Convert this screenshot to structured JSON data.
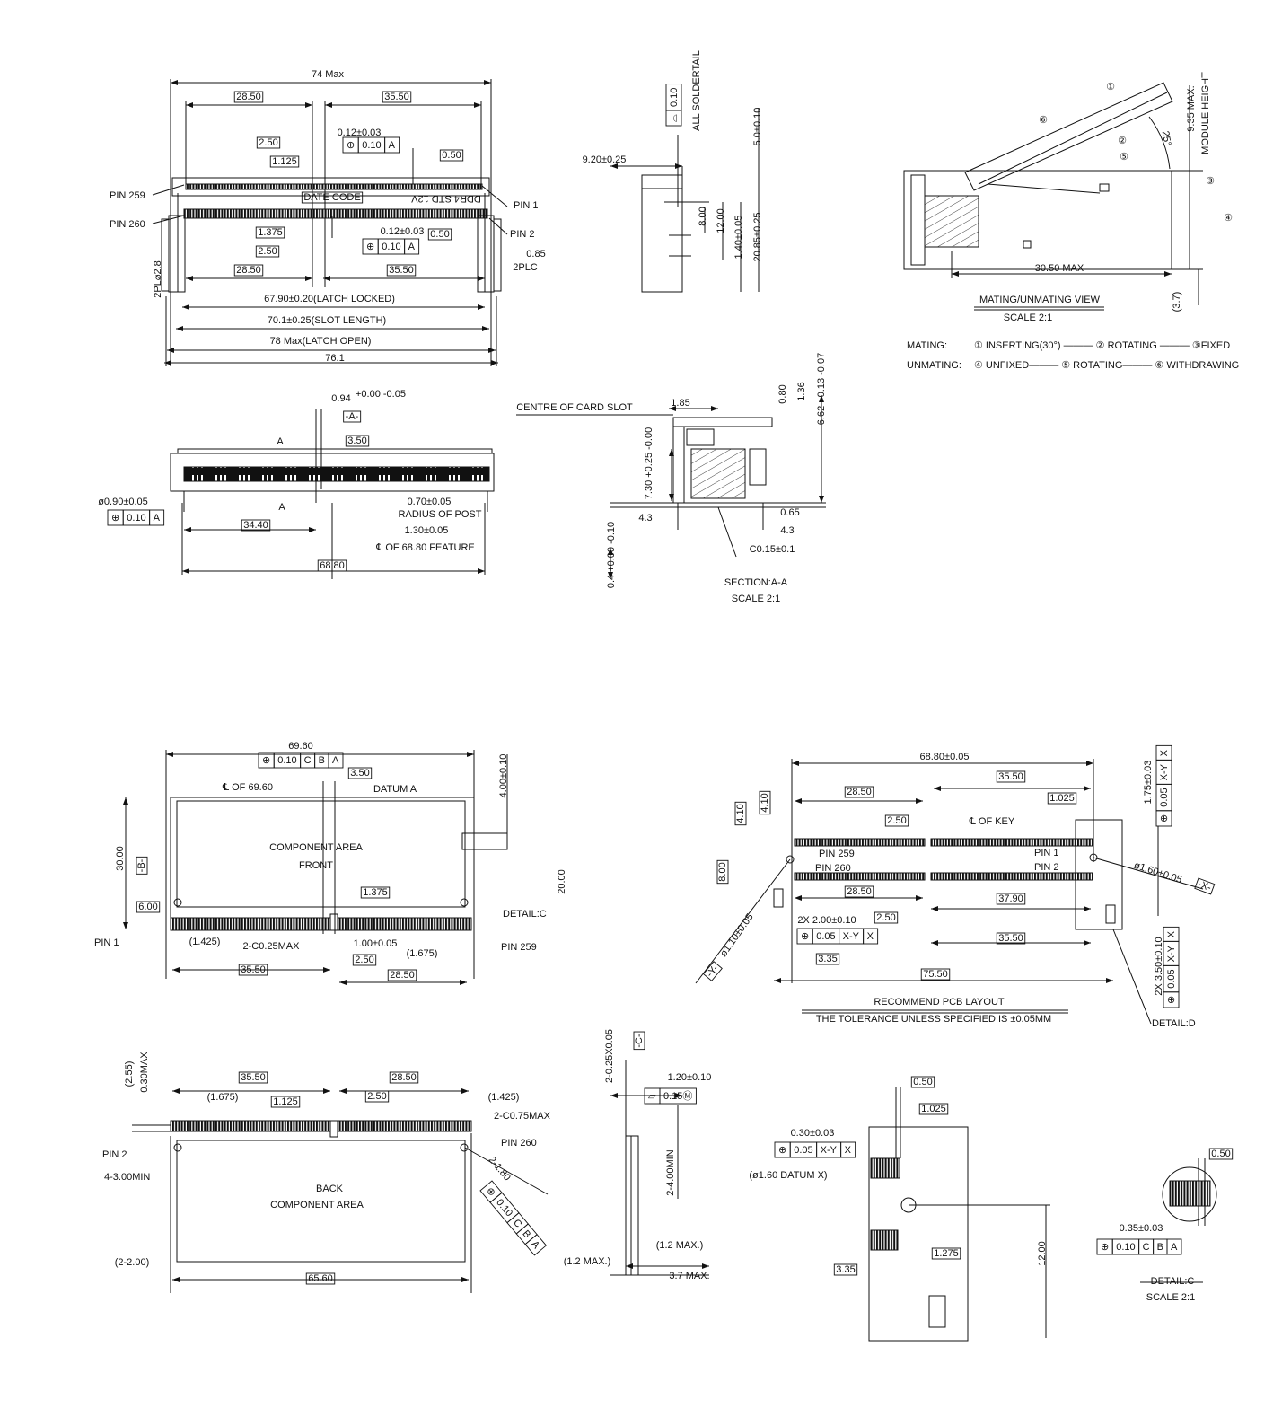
{
  "colors": {
    "ink": "#111111",
    "paper": "#ffffff"
  },
  "top_view": {
    "overall": "74 Max",
    "left_pitch": "28.50",
    "right_pitch": "35.50",
    "key_width_tol": "0.12±0.03",
    "key_offset": "2.50",
    "key_offset2": "1.125",
    "edge_gap": "0.50",
    "pin259": "PIN 259",
    "pin1": "PIN 1",
    "date_code": "DATE CODE",
    "marking": "DDR4 STD 12V",
    "pin260": "PIN 260",
    "pin2": "PIN 2",
    "key_offset3": "1.375",
    "key_width_tol2": "0.12±0.03",
    "edge_gap2": "0.50",
    "key_offset4": "2.50",
    "latch_gap": "0.85",
    "latch_gap_qty": "2PLC",
    "left_pitch2": "28.50",
    "right_pitch2": "35.50",
    "post_dia": "2PL⌀2.8",
    "latch_locked": "67.90±0.20(LATCH LOCKED)",
    "slot_length": "70.1±0.25(SLOT LENGTH)",
    "latch_open": "78 Max(LATCH OPEN)",
    "total": "76.1",
    "fcf1": [
      "⊕",
      "0.10",
      "A"
    ],
    "fcf2": [
      "⊕",
      "0.10",
      "A"
    ]
  },
  "side_view": {
    "profile_fcf": [
      "⌓",
      "0.10"
    ],
    "solder_note": "ALL SOLDERTAIL",
    "height": "5.0±0.10",
    "offset": "9.20±0.25",
    "d1": "8.00",
    "d2": "12.00",
    "d3": "1.40±0.05",
    "d4": "20.85±0.25"
  },
  "mating_view": {
    "module_height": "9.35 MAX.",
    "module_height_label": "MODULE HEIGHT",
    "angle": "25°",
    "step1": "①",
    "step2": "②",
    "step3": "③",
    "step4": "④",
    "step5": "⑤",
    "step6": "⑥",
    "width": "30.50 MAX",
    "title": "MATING/UNMATING VIEW",
    "scale": "SCALE 2:1",
    "ref": "(3.7)",
    "mating_label": "MATING:",
    "mating_steps": "① INSERTING(30°) ——— ② ROTATING ——— ③FIXED",
    "unmating_label": "UNMATING:",
    "unmating_steps": "④ UNFIXED——— ⑤ ROTATING——— ⑥ WITHDRAWING"
  },
  "front_view": {
    "slot_width": "0.94",
    "slot_width_tol": "+0.00 -0.05",
    "datum_a": "-A-",
    "section_a_top": "A",
    "key_dist": "3.50",
    "section_a_bottom": "A",
    "post_hole": "ø0.90±0.05",
    "fcf": [
      "⊕",
      "0.10",
      "A"
    ],
    "post_radius": "0.70±0.05",
    "post_radius_label": "RADIUS OF POST",
    "post_offset": "34.40",
    "post_width": "1.30±0.05",
    "centerline": "℄ OF 68.80 FEATURE",
    "feature": "68.80"
  },
  "section_view": {
    "centre": "CENTRE OF CARD SLOT",
    "d185": "1.85",
    "d080": "0.80",
    "d136": "1.36",
    "d662": "6.62 +0.13 -0.07",
    "d730": "7.30 +0.25 -0.00",
    "d43a": "4.3",
    "d065": "0.65",
    "d43b": "4.3",
    "chamfer": "C0.15±0.1",
    "d04": "0.4 +0.00 -0.10",
    "title": "SECTION:A-A",
    "scale": "SCALE 2:1"
  },
  "module_front": {
    "width": "69.60",
    "fcf": [
      "⊕",
      "0.10",
      "C",
      "B",
      "A"
    ],
    "key": "3.50",
    "centerline": "℄ OF 69.60",
    "datum": "DATUM A",
    "notch": "4.00±0.10",
    "height": "30.00",
    "datum_b": "-B-",
    "area1": "COMPONENT AREA",
    "area2": "FRONT",
    "d20": "20.00",
    "d6": "6.00",
    "d1375": "1.375",
    "detail": "DETAIL:C",
    "pin1": "PIN 1",
    "d1425": "(1.425)",
    "chamfer": "2-C0.25MAX",
    "d100": "1.00±0.05",
    "d1675": "(1.675)",
    "pin259": "PIN 259",
    "d250": "2.50",
    "d3550": "35.50",
    "d2850": "28.50"
  },
  "pcb_layout": {
    "overall": "68.80±0.05",
    "d3550": "35.50",
    "d2850": "28.50",
    "d1025": "1.025",
    "d410a": "4.10",
    "d410b": "4.10",
    "d250": "2.50",
    "key": "℄ OF KEY",
    "pin259": "PIN 259",
    "pin260": "PIN 260",
    "pin1": "PIN 1",
    "pin2": "PIN 2",
    "hole_x": "ø1.60±0.05",
    "datum_x": "-X-",
    "d800": "8.00",
    "d2850b": "28.50",
    "d3790": "37.90",
    "hole_y": "ø1.10±0.05",
    "holes": "2X 2.00±0.10",
    "d250b": "2.50",
    "fcf": [
      "⊕",
      "0.05",
      "X-Y",
      "X"
    ],
    "d3550b": "35.50",
    "d335": "3.35",
    "datum_y": "-Y-",
    "d7550": "75.50",
    "title": "RECOMMEND PCB LAYOUT",
    "note": "THE TOLERANCE UNLESS SPECIFIED IS ±0.05MM",
    "d175": "1.75±0.03",
    "fcf2": [
      "⊕",
      "0.05",
      "X-Y",
      "X"
    ],
    "d350": "2X 3.50±0.10",
    "fcf3": [
      "⊕",
      "0.05",
      "X-Y",
      "X"
    ],
    "detail": "DETAIL:D"
  },
  "module_back": {
    "d255": "(2.55)",
    "d030": "0.30MAX",
    "d3550": "35.50",
    "d2850": "28.50",
    "d1675": "(1.675)",
    "d1125": "1.125",
    "d250": "2.50",
    "d1425": "(1.425)",
    "chamfer": "2-C0.75MAX",
    "pin2": "PIN 2",
    "pin260": "PIN 260",
    "d300": "4-3.00MIN",
    "area1": "BACK",
    "area2": "COMPONENT AREA",
    "holes": "2-1.80",
    "fcf": [
      "⊕",
      "0.10",
      "C",
      "B",
      "A"
    ],
    "d200": "(2-2.00)",
    "d6560": "65.60"
  },
  "edge_view": {
    "chamfer": "2-0.25X0.05",
    "datum_c": "-C-",
    "thick": "1.20±0.10",
    "flat_fcf": [
      "⏥",
      "0.15Ⓜ"
    ],
    "d400": "2-4.00MIN",
    "d12a": "(1.2 MAX.)",
    "d12b": "(1.2 MAX.)",
    "d37": "3.7 MAX."
  },
  "detail_d": {
    "d050": "0.50",
    "d1025": "1.025",
    "d030": "0.30±0.03",
    "fcf": [
      "⊕",
      "0.05",
      "X-Y",
      "X"
    ],
    "datum": "(ø1.60 DATUM X)",
    "d1275": "1.275",
    "d335": "3.35",
    "d1200": "12.00"
  },
  "detail_c": {
    "d050": "0.50",
    "d035": "0.35±0.03",
    "fcf": [
      "⊕",
      "0.10",
      "C",
      "B",
      "A"
    ],
    "title": "DETAIL:C",
    "scale": "SCALE 2:1"
  }
}
